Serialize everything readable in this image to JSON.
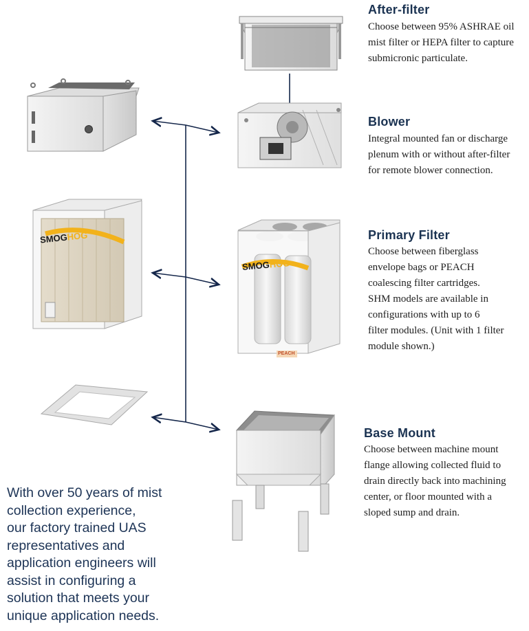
{
  "sections": {
    "after_filter": {
      "title": "After-filter",
      "lines": [
        "Choose between 95% ASHRAE oil",
        "mist filter or HEPA filter to capture",
        "submicronic particulate."
      ]
    },
    "blower": {
      "title": "Blower",
      "lines": [
        "Integral mounted fan or discharge",
        "plenum with or without after-filter",
        "for remote blower connection."
      ]
    },
    "primary_filter": {
      "title": "Primary Filter",
      "lines": [
        "Choose between fiberglass",
        "envelope bags or PEACH",
        "coalescing filter cartridges.",
        "SHM models are available in",
        "configurations with up to 6",
        "filter modules. (Unit with 1 filter",
        "module shown.)"
      ]
    },
    "base_mount": {
      "title": "Base Mount",
      "lines": [
        "Choose between machine mount",
        "flange allowing collected fluid to",
        "drain directly back into machining",
        "center, or floor mounted with a",
        "sloped sump and drain."
      ]
    }
  },
  "intro": {
    "lines": [
      "With over 50 years of mist",
      "collection experience,",
      "our factory trained UAS",
      "representatives and",
      "application engineers will",
      "assist in configuring a",
      "solution that meets your",
      "unique application needs."
    ]
  },
  "brand": {
    "logo_text_1": "SMOG",
    "logo_text_2": "HOG",
    "peach_label": "PEACH"
  },
  "colors": {
    "heading": "#1b3352",
    "intro": "#1d3456",
    "connector": "#14264a",
    "logo_yellow": "#f2b21b"
  }
}
